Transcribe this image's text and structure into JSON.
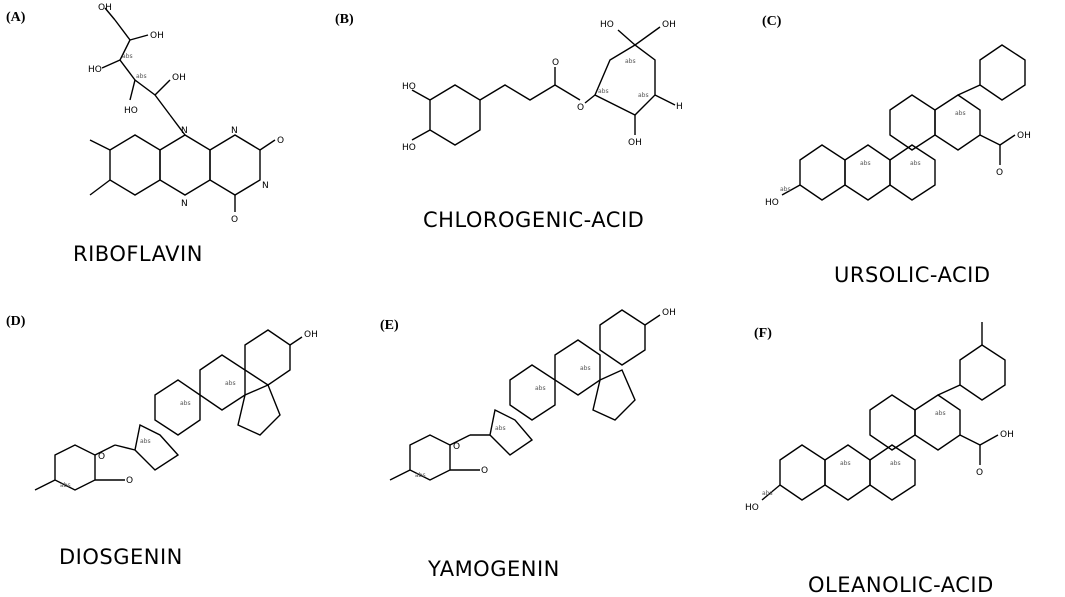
{
  "panels": [
    {
      "letter": "(A)",
      "name": "RIBOFLAVIN"
    },
    {
      "letter": "(B)",
      "name": "CHLOROGENIC-ACID"
    },
    {
      "letter": "(C)",
      "name": "URSOLIC-ACID"
    },
    {
      "letter": "(D)",
      "name": "DIOSGENIN"
    },
    {
      "letter": "(E)",
      "name": "YAMOGENIN"
    },
    {
      "letter": "(F)",
      "name": "OLEANOLIC-ACID"
    }
  ],
  "atom_labels": {
    "h": "H",
    "o": "O",
    "n": "N",
    "oh": "OH",
    "ho": "HO",
    "abs": "abs"
  }
}
